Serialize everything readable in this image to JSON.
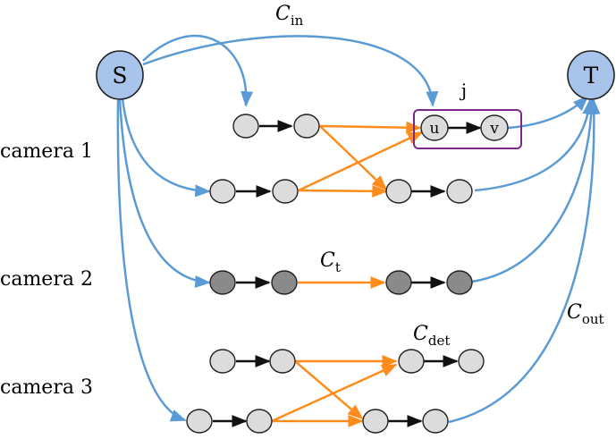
{
  "colors": {
    "terminal_fill": "#a9c4ea",
    "terminal_stroke": "#222222",
    "node_light": "#dcdcdc",
    "node_dark": "#8a8a8a",
    "blue_edge": "#5b9bd5",
    "orange_edge": "#ff8c1a",
    "black_edge": "#111111",
    "group_box": "#7b2a8a"
  },
  "nodes": {
    "source": "S",
    "sink": "T",
    "u": "u",
    "v": "v"
  },
  "group_label": "j",
  "camera_labels": [
    "camera 1",
    "camera 2",
    "camera 3"
  ],
  "costs": {
    "c_in": {
      "main": "C",
      "sub": "in"
    },
    "c_t": {
      "main": "C",
      "sub": "t"
    },
    "c_det": {
      "main": "C",
      "sub": "det"
    },
    "c_out": {
      "main": "C",
      "sub": "out"
    }
  }
}
